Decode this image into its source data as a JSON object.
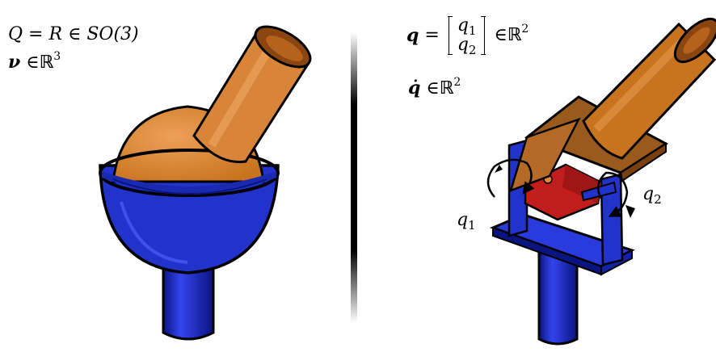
{
  "left": {
    "config_space": {
      "lhs": "Q",
      "eq": "=",
      "var": "R",
      "in": "∈",
      "group": "SO(3)"
    },
    "velocity": {
      "symbol": "ν",
      "in": "∈",
      "field": "ℝ",
      "dim": "3"
    }
  },
  "right": {
    "config": {
      "symbol": "q",
      "eq": "=",
      "row1_base": "q",
      "row1_idx": "1",
      "row2_base": "q",
      "row2_idx": "2",
      "in": "∈",
      "field": "ℝ",
      "dim": "2"
    },
    "velocity": {
      "symbol": "q̇",
      "in": "∈",
      "field": "ℝ",
      "dim": "2"
    },
    "label_q1": {
      "base": "q",
      "idx": "1"
    },
    "label_q2": {
      "base": "q",
      "idx": "2"
    }
  },
  "colors": {
    "wood_light": "#e0963e",
    "wood": "#c8741e",
    "wood_dark": "#7a3f0e",
    "blue": "#2233cc",
    "blue_dark": "#0a1480",
    "red": "#c21d1d",
    "outline": "#000000"
  }
}
